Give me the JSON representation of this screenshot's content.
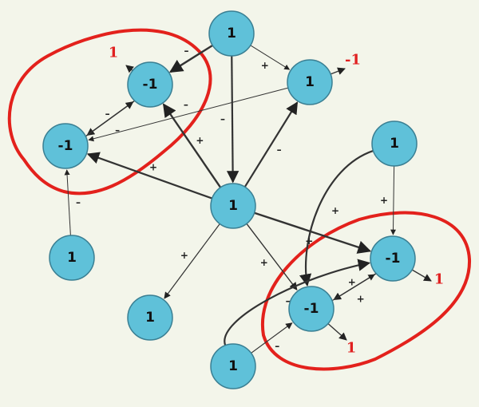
{
  "nodes": [
    {
      "id": "top",
      "label": "1"
    },
    {
      "id": "a",
      "label": "-1"
    },
    {
      "id": "b",
      "label": "-1"
    },
    {
      "id": "c",
      "label": "1"
    },
    {
      "id": "center",
      "label": "1"
    },
    {
      "id": "e",
      "label": "1"
    },
    {
      "id": "f",
      "label": "1"
    },
    {
      "id": "g",
      "label": "-1"
    },
    {
      "id": "h",
      "label": "-1"
    },
    {
      "id": "i",
      "label": "1"
    },
    {
      "id": "j",
      "label": "1"
    }
  ],
  "edges": [
    {
      "from": "top",
      "to": "a",
      "sign": "–"
    },
    {
      "from": "top",
      "to": "c",
      "sign": "+"
    },
    {
      "from": "top",
      "to": "center",
      "sign": "–"
    },
    {
      "from": "a",
      "to": "b",
      "sign": "–"
    },
    {
      "from": "b",
      "to": "a",
      "sign": "–"
    },
    {
      "from": "c",
      "to": "b",
      "sign": "–"
    },
    {
      "from": "e",
      "to": "b",
      "sign": "–"
    },
    {
      "from": "center",
      "to": "a",
      "sign": "+"
    },
    {
      "from": "center",
      "to": "c",
      "sign": "–"
    },
    {
      "from": "center",
      "to": "b",
      "sign": "+"
    },
    {
      "from": "center",
      "to": "g",
      "sign": "+"
    },
    {
      "from": "center",
      "to": "h",
      "sign": "+"
    },
    {
      "from": "center",
      "to": "i",
      "sign": "+"
    },
    {
      "from": "f",
      "to": "g",
      "sign": "+"
    },
    {
      "from": "f",
      "to": "h",
      "sign": "+"
    },
    {
      "from": "g",
      "to": "h",
      "sign": "+"
    },
    {
      "from": "h",
      "to": "g",
      "sign": "+"
    },
    {
      "from": "j",
      "to": "g",
      "sign": "–"
    },
    {
      "from": "j",
      "to": "h",
      "sign": "–"
    }
  ],
  "outputs": [
    {
      "node": "a",
      "label": "1"
    },
    {
      "node": "c",
      "label": "-1"
    },
    {
      "node": "g",
      "label": "1"
    },
    {
      "node": "h",
      "label": "1"
    }
  ],
  "colors": {
    "background": "#f3f5ea",
    "node_fill": "#5fc1d9",
    "cluster_stroke": "#e3211c",
    "output_label": "#e02020"
  }
}
